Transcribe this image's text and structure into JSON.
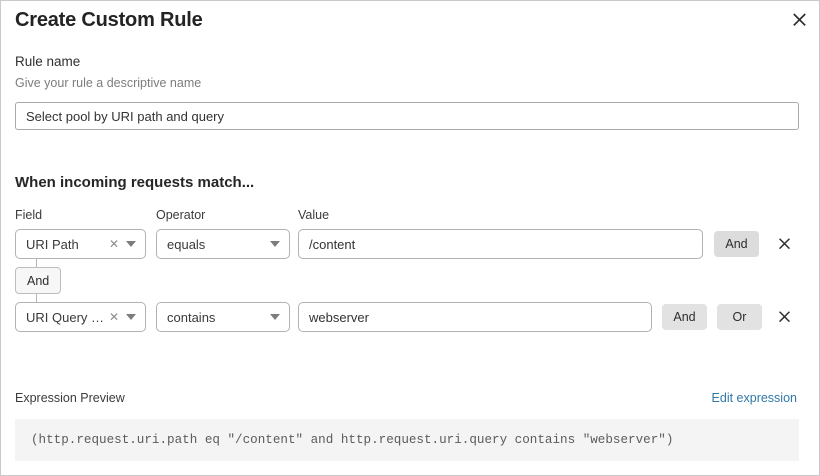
{
  "dialog": {
    "title": "Create Custom Rule",
    "close_icon": "close-icon"
  },
  "rule_name": {
    "label": "Rule name",
    "hint": "Give your rule a descriptive name",
    "value": "Select pool by URI path and query",
    "placeholder": "Select pool by URI path and query"
  },
  "conditions_section": {
    "title": "When incoming requests match...",
    "columns": {
      "field": "Field",
      "operator": "Operator",
      "value": "Value"
    },
    "rows": [
      {
        "field": "URI Path",
        "clear_icon": "close-small-icon",
        "caret_icon": "chevron-down-icon",
        "operator": "equals",
        "value": "/content",
        "value_placeholder": "/content",
        "and_label": "And",
        "delete_icon": "close-icon"
      },
      {
        "field": "URI Query St...",
        "clear_icon": "close-small-icon",
        "caret_icon": "chevron-down-icon",
        "operator": "contains",
        "value": "webserver",
        "value_placeholder": "webserver",
        "and_label": "And",
        "or_label": "Or",
        "delete_icon": "close-icon"
      }
    ],
    "connector": {
      "label": "And"
    }
  },
  "expression_preview": {
    "label": "Expression Preview",
    "edit_link": "Edit expression",
    "expression": "(http.request.uri.path eq \"/content\" and http.request.uri.query contains \"webserver\")"
  },
  "colors": {
    "link": "#3178a8",
    "button_bg": "#dcdcdc",
    "code_bg": "#f4f4f4",
    "border": "#b2b2b2"
  }
}
